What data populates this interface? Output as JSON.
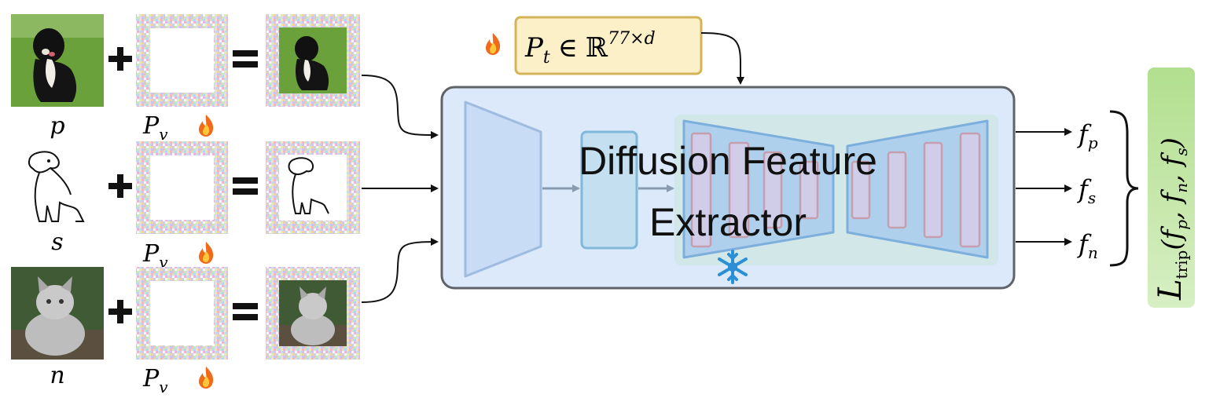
{
  "colors": {
    "extractor_fill": "#dce9fb",
    "extractor_stroke": "#5f6368",
    "encoder_fill": "#c9dcf5",
    "encoder_stroke": "#9fbbe0",
    "middle_fill": "#c4e0f0",
    "middle_stroke": "#7fb8d8",
    "unet_bg": "#cfe5e0",
    "unet_fill": "#a9cdef",
    "unet_stroke": "#6fa6dc",
    "unet_block_fill": "#d4cde8",
    "unet_block_stroke": "#c99aa8",
    "text_prompt_fill": "#fbf0c7",
    "text_prompt_stroke": "#d4b45a",
    "loss_fill": "#b7e29a",
    "snowflake": "#2b8fd6",
    "flame": "#f06a1a"
  },
  "icons": {
    "trainable": "fire-icon",
    "frozen": "snowflake-icon",
    "plus": "plus-icon",
    "equals": "equals-icon"
  },
  "inputs": [
    {
      "label": "p",
      "image": "dog-photo",
      "prompt_label_main": "P",
      "prompt_label_sub": "v"
    },
    {
      "label": "s",
      "image": "dog-sketch",
      "prompt_label_main": "P",
      "prompt_label_sub": "v"
    },
    {
      "label": "n",
      "image": "cat-photo",
      "prompt_label_main": "P",
      "prompt_label_sub": "v"
    }
  ],
  "operators": {
    "plus": "+",
    "equals": "="
  },
  "text_prompt": {
    "main": "P",
    "sub": "t",
    "relation": "∈",
    "space": "ℝ",
    "exponent": "77×d"
  },
  "extractor": {
    "title_line1": "Diffusion Feature",
    "title_line2": "Extractor"
  },
  "outputs": [
    {
      "main": "f",
      "sub": "p"
    },
    {
      "main": "f",
      "sub": "s"
    },
    {
      "main": "f",
      "sub": "n"
    }
  ],
  "loss": {
    "main": "L",
    "sub": "trip",
    "args": "(f",
    "arg1_sub": "p",
    "arg2": ", f",
    "arg2_sub": "n",
    "arg3": ", f",
    "arg3_sub": "s",
    "close": ")"
  }
}
